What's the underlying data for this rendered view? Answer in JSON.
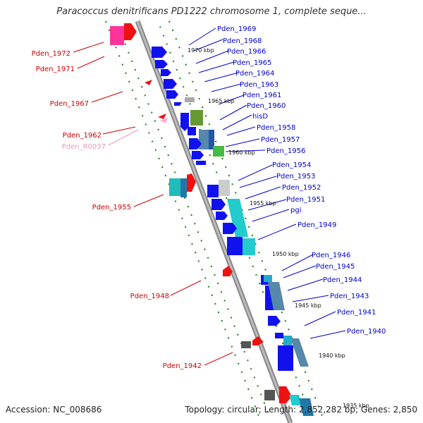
{
  "title": "Paracoccus denitrificans PD1222 chromosome 1, complete seque...",
  "footer": {
    "accession": "Accession: NC_008686",
    "topology": "Topology: circular; Length: 2,852,282 bp; Genes: 2,850"
  },
  "colors": {
    "backbone": "#999999",
    "forward_label": "#0000cc",
    "reverse_label": "#cc0000",
    "rna_label": "#e899c0",
    "tick": "#1a7a1a"
  },
  "kbp_markers": [
    "1970 kbp",
    "1965 kbp",
    "1960 kbp",
    "1955 kbp",
    "1950 kbp",
    "1945 kbp",
    "1940 kbp",
    "1935 kbp"
  ],
  "forward_genes": [
    "Pden_1969",
    "Pden_1968",
    "Pden_1966",
    "Pden_1965",
    "Pden_1964",
    "Pden_1963",
    "Pden_1961",
    "Pden_1960",
    "hisD",
    "Pden_1958",
    "Pden_1957",
    "Pden_1956",
    "Pden_1954",
    "Pden_1953",
    "Pden_1952",
    "Pden_1951",
    "pgi",
    "Pden_1949",
    "Pden_1946",
    "Pden_1945",
    "Pden_1944",
    "Pden_1943",
    "Pden_1941",
    "Pden_1940"
  ],
  "reverse_genes": [
    "Pden_1972",
    "Pden_1971",
    "Pden_1967",
    "Pden_1962",
    "Pden_R0037",
    "Pden_1955",
    "Pden_1948",
    "Pden_1942"
  ]
}
